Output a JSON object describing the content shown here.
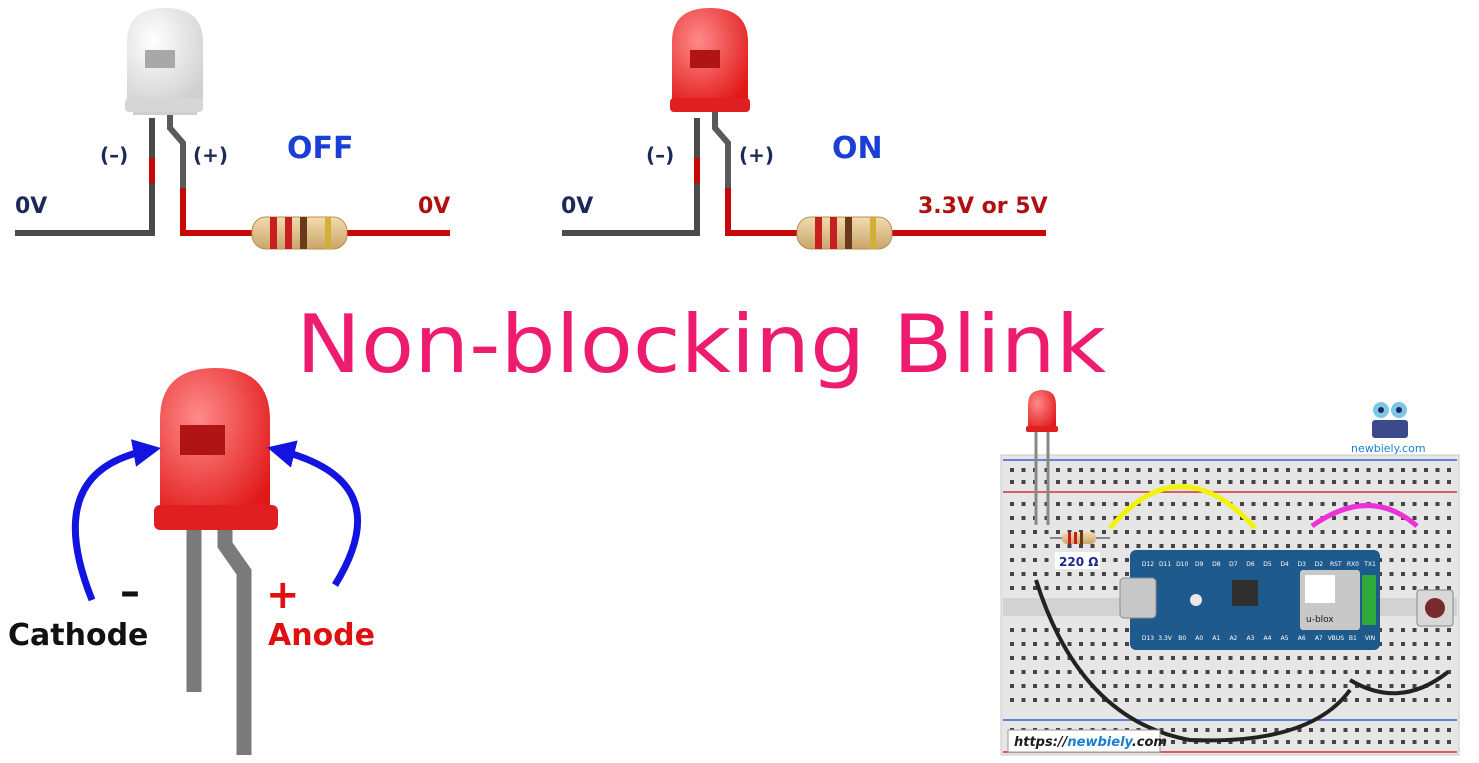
{
  "title": "Non-blocking Blink",
  "off_diagram": {
    "state_label": "OFF",
    "cathode_sign": "(–)",
    "anode_sign": "(+)",
    "left_voltage": "0V",
    "right_voltage": "0V",
    "led_color": "#e2e2e2"
  },
  "on_diagram": {
    "state_label": "ON",
    "cathode_sign": "(–)",
    "anode_sign": "(+)",
    "left_voltage": "0V",
    "right_voltage": "3.3V or 5V",
    "led_color": "#ee2a2a"
  },
  "pinout": {
    "cathode_label": "Cathode",
    "cathode_sign": "–",
    "anode_label": "Anode",
    "anode_sign": "+"
  },
  "wiring": {
    "resistor_label": "220 Ω",
    "brand": "newbiely.com",
    "url_prefix": "https://",
    "url_brand": "newbiely",
    "url_suffix": ".com",
    "board_top_pins": [
      "D12",
      "D11",
      "D10",
      "D9",
      "D8",
      "D7",
      "D6",
      "D5",
      "D4",
      "D3",
      "D2",
      "RST",
      "RX0",
      "TX1"
    ],
    "board_bottom_pins": [
      "D13",
      "3.3V",
      "B0",
      "A0",
      "A1",
      "A2",
      "A3",
      "A4",
      "A5",
      "A6",
      "A7",
      "VBUS",
      "B1",
      "VIN"
    ],
    "chip_text": "u-blox"
  },
  "colors": {
    "title": "#ee1c6f",
    "accent_blue": "#1a3fd6",
    "voltage_navy": "#1c2a5a",
    "voltage_red": "#b01010",
    "arrow_blue": "#1414e0",
    "anode_red": "#e01010",
    "wire_gray": "#4a4a4a",
    "wire_red": "#c80808",
    "board_blue": "#1f5a8c",
    "jumper_yellow": "#f2f20a",
    "jumper_magenta": "#ee30d8"
  }
}
